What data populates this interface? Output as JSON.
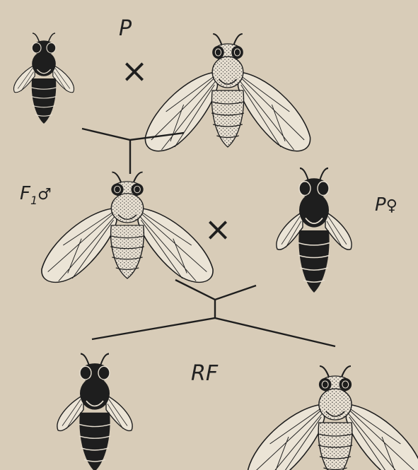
{
  "labels": {
    "parental": "P",
    "f1_male": "F",
    "f1_subscript": "1",
    "male_symbol": "♂",
    "p_female": "P",
    "female_symbol": "♀",
    "rf": "RF",
    "cross_symbol": "×"
  },
  "colors": {
    "background": "#d8ccb8",
    "ink": "#1e1e1e",
    "stipple": "#e8e0d2",
    "wing_fill": "#ebe4d6"
  },
  "fly_phenotypes": {
    "parent_male": "dark-body-vestigial-wings",
    "parent_female": "light-body-long-wings",
    "f1_male": "light-body-long-wings",
    "test_female": "dark-body-vestigial-wings",
    "offspring_left": "dark-body-vestigial-wings",
    "offspring_right": "light-body-long-wings"
  }
}
